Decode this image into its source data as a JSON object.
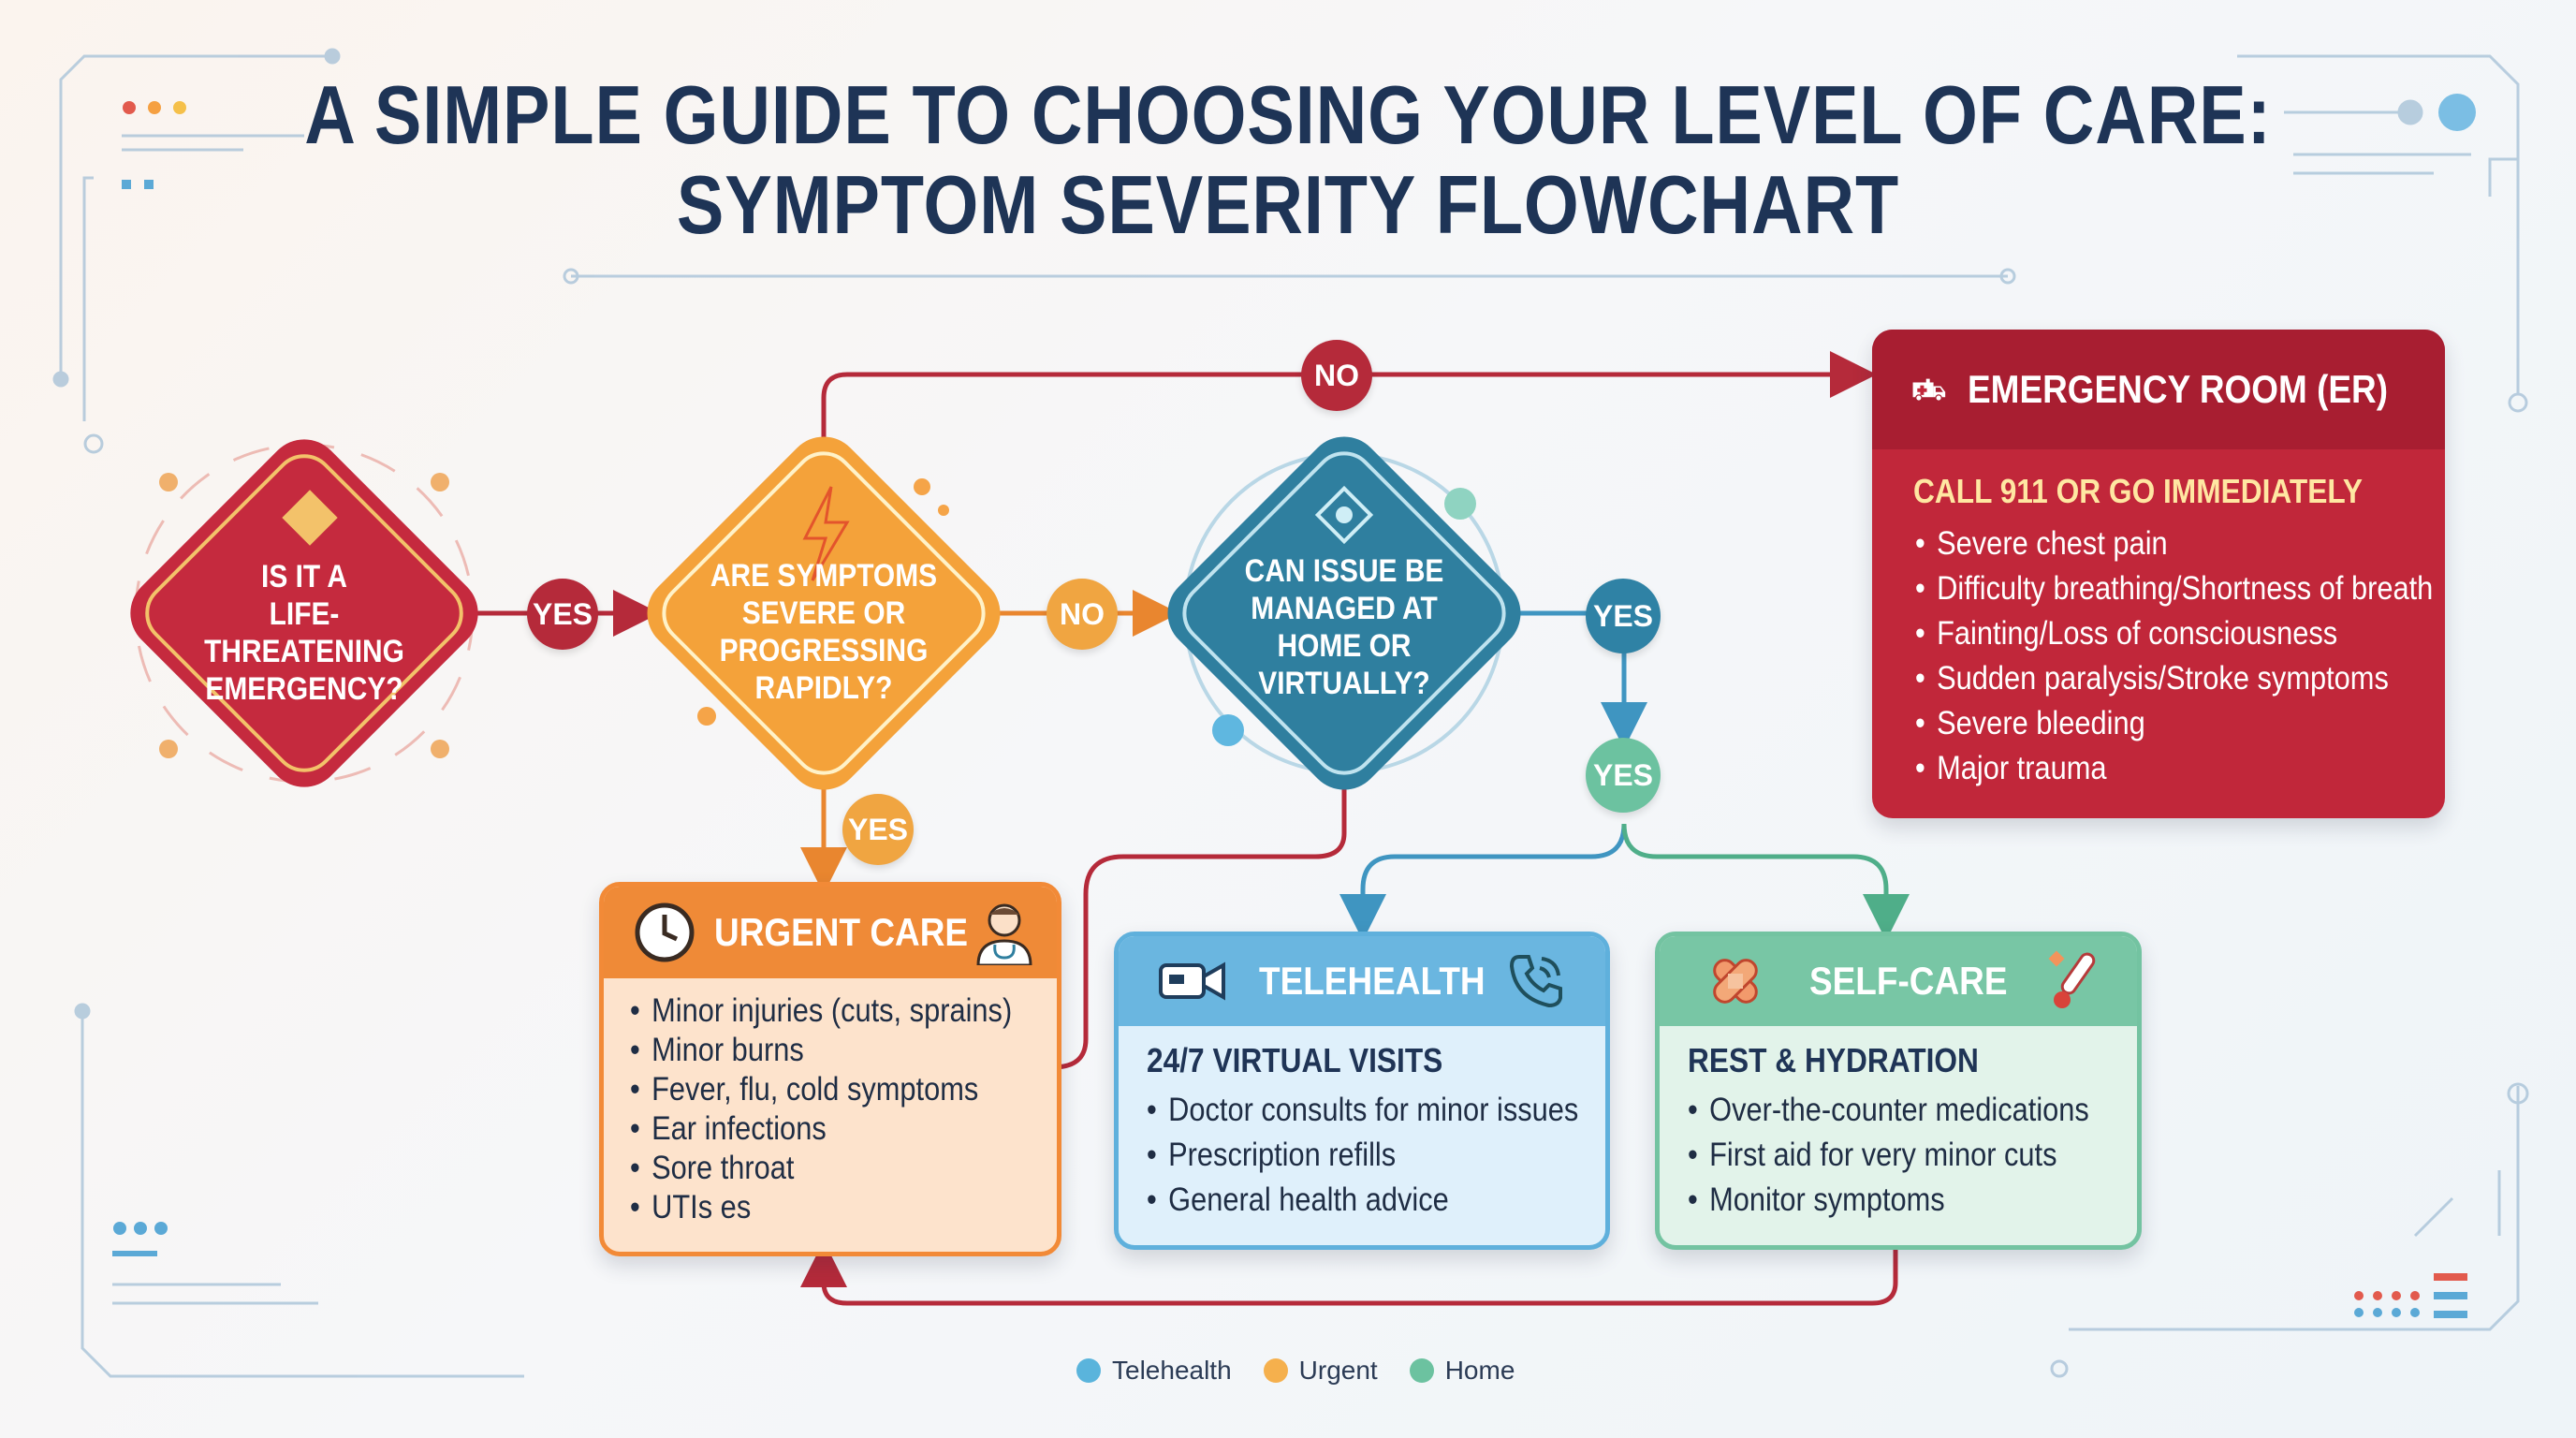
{
  "title": {
    "line1": "A SIMPLE GUIDE TO CHOOSING YOUR LEVEL OF CARE:",
    "line2": "SYMPTOM SEVERITY FLOWCHART"
  },
  "nodes": {
    "emergency_question": {
      "line1": "IS IT A",
      "line2": "LIFE-THREATENING",
      "line3": "EMERGENCY?",
      "color": "#c52a3e"
    },
    "severe_question": {
      "line1": "ARE SYMPTOMS",
      "line2": "SEVERE OR",
      "line3": "PROGRESSING",
      "line4": "RAPIDLY?",
      "color": "#f2a53a"
    },
    "home_question": {
      "line1": "CAN ISSUE BE",
      "line2": "MANAGED AT",
      "line3": "HOME OR",
      "line4": "VIRTUALLY?",
      "color": "#2f87a5"
    }
  },
  "edge_labels": {
    "yes_1": "YES",
    "no_top": "NO",
    "no_mid": "NO",
    "yes_down": "YES",
    "yes_right": "YES",
    "yes_split": "YES"
  },
  "cards": {
    "er": {
      "title": "EMERGENCY ROOM (ER)",
      "subtitle": "CALL 911 OR GO IMMEDIATELY",
      "items": [
        "Severe chest pain",
        "Difficulty breathing/Shortness of breath",
        "Fainting/Loss of consciousness",
        "Sudden paralysis/Stroke symptoms",
        "Severe bleeding",
        "Major trauma"
      ],
      "icon": "ambulance-icon"
    },
    "urgent": {
      "title": "URGENT CARE",
      "items": [
        "Minor injuries (cuts, sprains)",
        "Minor burns",
        "Fever, flu, cold symptoms",
        "Ear infections",
        "Sore throat",
        "UTIs es"
      ],
      "icon": "clock-icon"
    },
    "telehealth": {
      "title": "TELEHEALTH",
      "subtitle": "24/7 VIRTUAL VISITS",
      "items": [
        "Doctor consults for minor issues",
        "Prescription refills",
        "General health advice"
      ],
      "icon": "video-camera-icon"
    },
    "selfcare": {
      "title": "SELF-CARE",
      "subtitle": "REST & HYDRATION",
      "items": [
        "Over-the-counter medications",
        "First aid for very minor cuts",
        "Monitor symptoms"
      ],
      "icon": "bandage-icon"
    }
  },
  "legend": [
    {
      "label": "Telehealth",
      "color": "#5ab4dc"
    },
    {
      "label": "Urgent",
      "color": "#f5b04d"
    },
    {
      "label": "Home",
      "color": "#6cc2a0"
    }
  ]
}
